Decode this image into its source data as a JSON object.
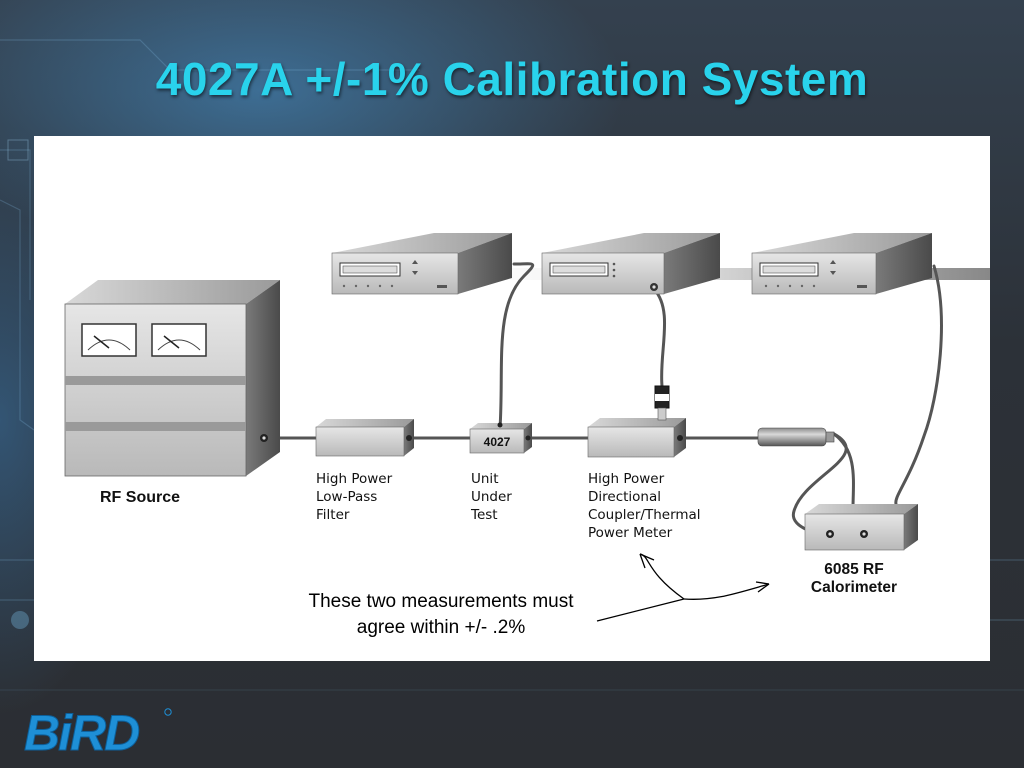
{
  "title": "4027A +/-1% Calibration System",
  "diagram": {
    "rf_source": "RF Source",
    "filter": [
      "High Power",
      "Low-Pass",
      "Filter"
    ],
    "uut_box": "4027",
    "uut": [
      "Unit",
      "Under",
      "Test"
    ],
    "coupler": [
      "High Power",
      "Directional",
      "Coupler/Thermal",
      "Power Meter"
    ],
    "calorimeter": [
      "6085 RF",
      "Calorimeter"
    ],
    "note": [
      "These two measurements must",
      "agree within +/- .2%"
    ]
  },
  "logo": {
    "text": "BiRD"
  },
  "colors": {
    "title": "#29d3ec",
    "logo": "#1e8fd6",
    "background": "#2d3138",
    "panel": "#ffffff"
  }
}
